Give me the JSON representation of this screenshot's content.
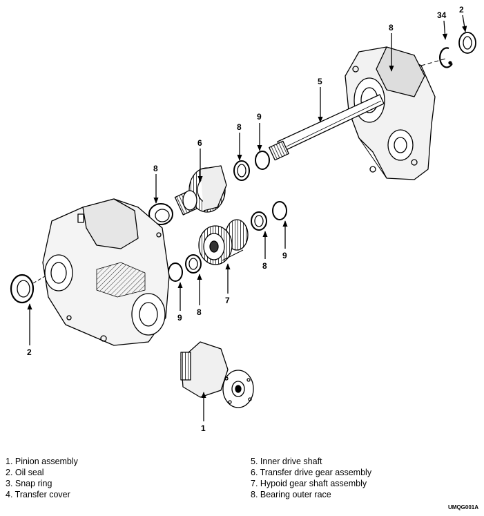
{
  "diagram": {
    "callouts": {
      "c1": "1",
      "c2a": "2",
      "c2b": "2",
      "c34": "34",
      "c5": "5",
      "c6": "6",
      "c7": "7",
      "c8a": "8",
      "c8b": "8",
      "c8c": "8",
      "c8d": "8",
      "c8e": "8",
      "c9a": "9",
      "c9b": "9",
      "c9c": "9"
    },
    "figure_code": "UMQG001A"
  },
  "legend": {
    "left": [
      "1. Pinion assembly",
      "2. Oil seal",
      "3. Snap ring",
      "4. Transfer cover"
    ],
    "right": [
      "5. Inner drive shaft",
      "6. Transfer drive gear assembly",
      "7. Hypoid gear shaft assembly",
      "8. Bearing outer race"
    ]
  }
}
